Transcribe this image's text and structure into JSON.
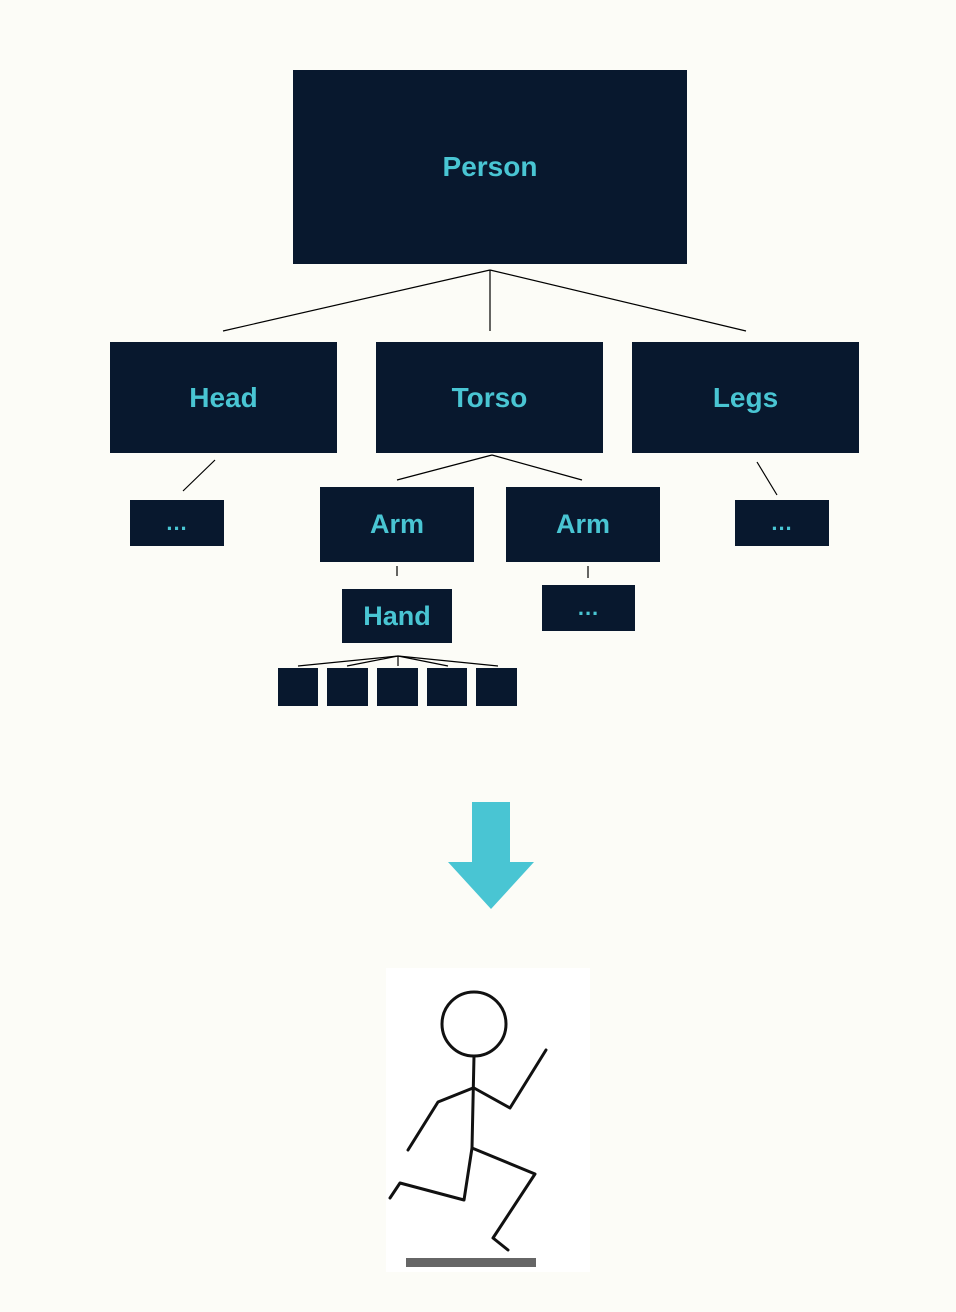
{
  "diagram": {
    "root": {
      "label": "Person"
    },
    "level1": [
      {
        "label": "Head"
      },
      {
        "label": "Torso"
      },
      {
        "label": "Legs"
      }
    ],
    "level2": {
      "head_child": {
        "label": "..."
      },
      "left_arm": {
        "label": "Arm"
      },
      "right_arm": {
        "label": "Arm"
      },
      "legs_child": {
        "label": "..."
      }
    },
    "level3": {
      "hand": {
        "label": "Hand"
      },
      "right_arm_child": {
        "label": "..."
      }
    },
    "level4": {
      "finger_count": 5
    }
  },
  "colors": {
    "background": "#fcfcf7",
    "node_fill": "#08182e",
    "node_text": "#49c5d3",
    "arrow": "#49c5d3",
    "connector": "#000000",
    "figure_stroke": "#111111",
    "ground": "#666666"
  },
  "icons": {
    "arrow": "down-arrow-icon",
    "figure": "running-stick-figure"
  }
}
